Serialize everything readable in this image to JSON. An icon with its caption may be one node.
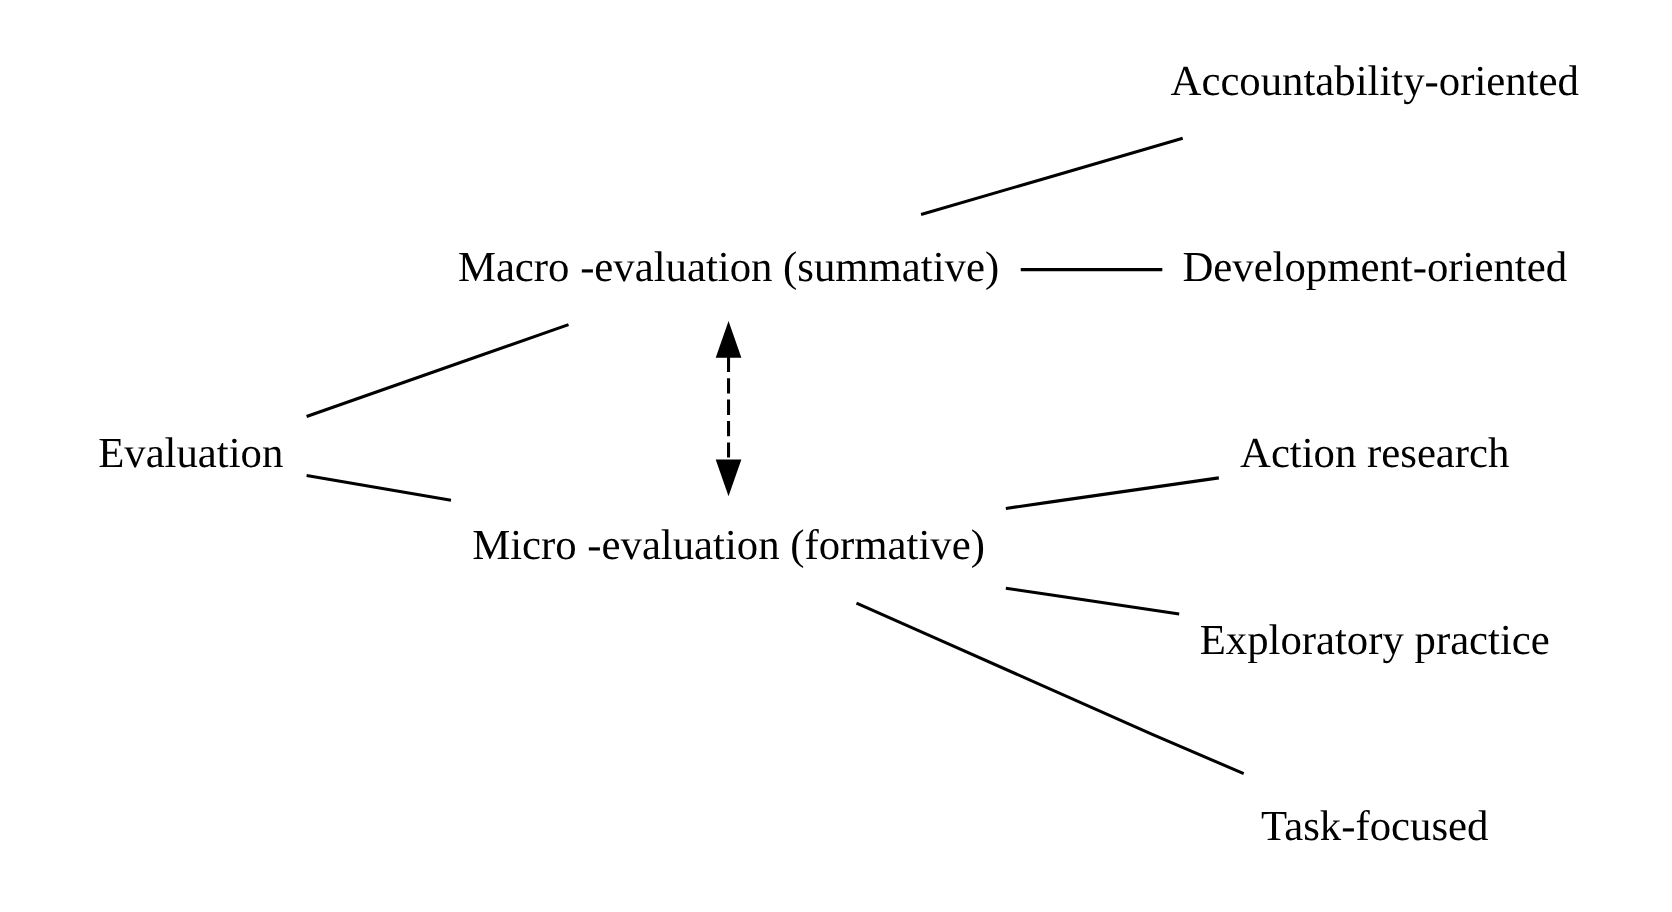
{
  "diagram": {
    "nodes": [
      {
        "text": [
          "Evaluation"
        ]
      },
      {
        "text": [
          "Macro -evaluation (summative)"
        ]
      },
      {
        "text": [
          "Micro -evaluation (formative)"
        ]
      },
      {
        "text": [
          "Accountability-oriented"
        ]
      },
      {
        "text": [
          "Development-oriented"
        ]
      },
      {
        "text": [
          "Action research"
        ]
      },
      {
        "text": [
          "Exploratory practice"
        ]
      },
      {
        "text": [
          "Task-focused"
        ]
      }
    ],
    "edges": [
      {
        "from": 0,
        "to": 1,
        "arrow": "none"
      },
      {
        "from": 0,
        "to": 2,
        "arrow": "none"
      },
      {
        "from": 1,
        "to": 3,
        "arrow": "none"
      },
      {
        "from": 1,
        "to": 4,
        "arrow": "none"
      },
      {
        "from": 2,
        "to": 5,
        "arrow": "none"
      },
      {
        "from": 2,
        "to": 6,
        "arrow": "none"
      },
      {
        "from": 2,
        "to": 7,
        "arrow": "none"
      },
      {
        "from": 1,
        "to": 2,
        "arrow": "both",
        "style": "dashed"
      }
    ]
  }
}
